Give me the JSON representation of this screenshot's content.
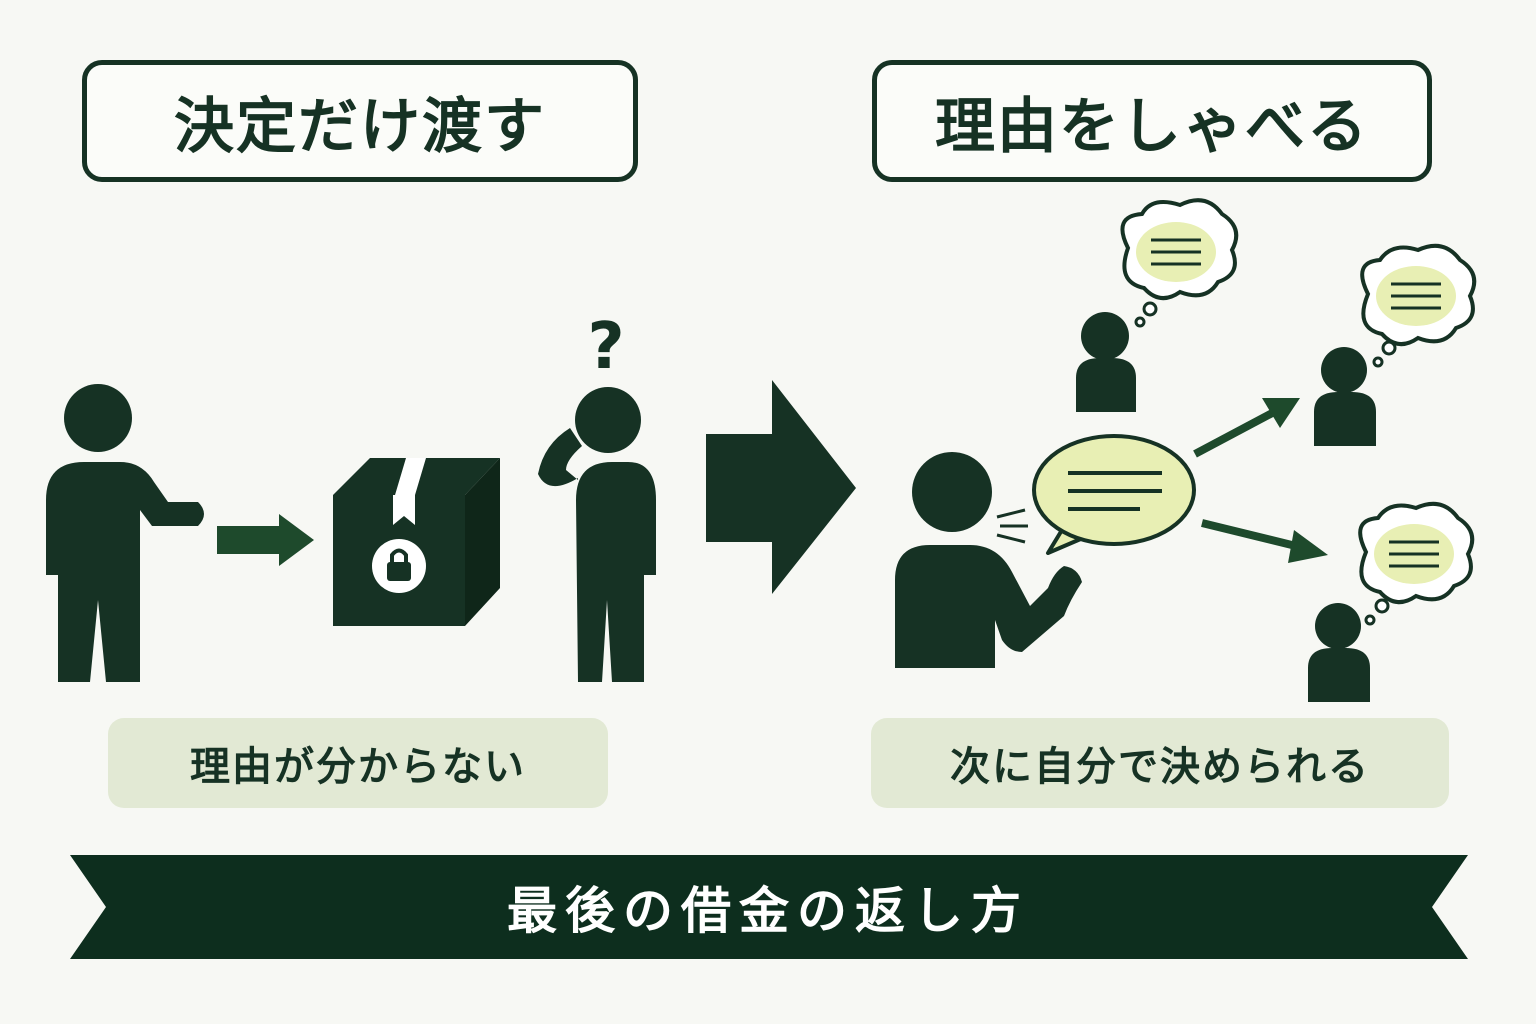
{
  "left_panel": {
    "title": "決定だけ渡す",
    "caption": "理由が分からない",
    "question_mark": "?"
  },
  "right_panel": {
    "title": "理由をしゃべる",
    "caption": "次に自分で決められる"
  },
  "banner": {
    "text": "最後の借金の返し方"
  },
  "colors": {
    "dark_green": "#163224",
    "banner_green": "#0d2e1e",
    "arrow_green": "#1e4a2c",
    "speech_fill": "#e8efb4",
    "caption_bg": "#e2e9d4",
    "background": "#f7f8f4"
  },
  "icons": [
    "person-icon",
    "arrow-right-icon",
    "box-icon",
    "lock-icon",
    "question-icon",
    "big-arrow-icon",
    "speech-bubble-icon",
    "thought-bubble-icon",
    "sound-lines-icon"
  ]
}
